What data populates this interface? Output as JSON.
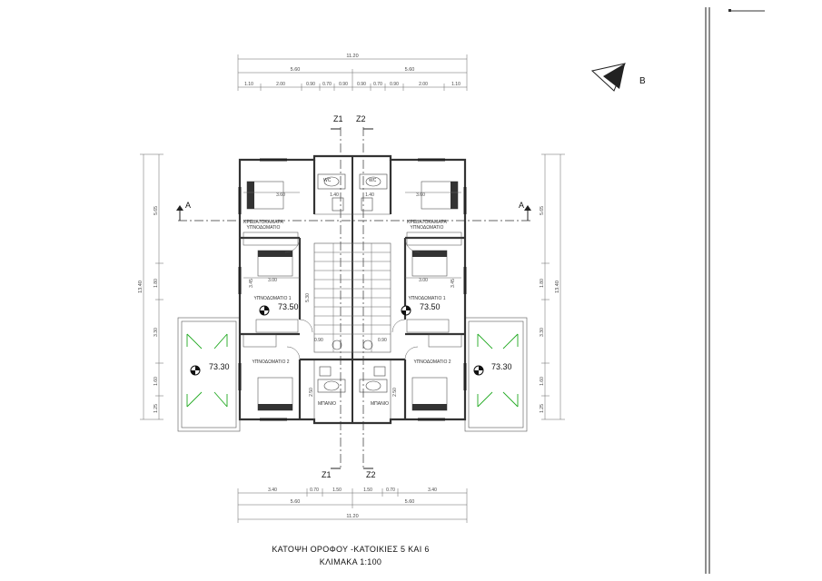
{
  "caption": {
    "title": "ΚΑΤΟΨΗ ΟΡΟΦΟΥ -ΚΑΤΟΙΚΙΕΣ 5 ΚΑΙ 6",
    "scale": "ΚΛΙΜΑΚΑ 1:100"
  },
  "north_label": "B",
  "section_markers": {
    "a_left": "A",
    "a_right": "A",
    "z1_top": "Z1",
    "z2_top": "Z2",
    "z1_bottom": "Z1",
    "z2_bottom": "Z2"
  },
  "top_dims": {
    "overall": "11.20",
    "halves": [
      "5.60",
      "5.60"
    ],
    "parts": [
      "1.10",
      "2.00",
      "0.90",
      "0.70",
      "0.90",
      "0.90",
      "0.70",
      "0.90",
      "2.00",
      "1.10"
    ]
  },
  "bottom_dims": {
    "overall": "11.20",
    "halves": [
      "5.60",
      "5.60"
    ],
    "parts": [
      "3.40",
      "0.70",
      "1.50",
      "1.50",
      "0.70",
      "3.40"
    ]
  },
  "left_dims": {
    "overall": "13.40",
    "parts": [
      "5.65",
      "1.80",
      "3.30",
      "1.60",
      "1.25"
    ]
  },
  "right_dims": {
    "overall": "13.40",
    "parts": [
      "5.65",
      "1.80",
      "3.30",
      "1.60",
      "1.25"
    ]
  },
  "rooms": {
    "bed_top_left": "ΚΡΕΒΑΤΟΚΑΜΑΡΑ",
    "bed_top_left_sub": "ΥΠΝΟΔΩΜΑΤΙΟ",
    "bed_top_right": "ΚΡΕΒΑΤΟΚΑΜΑΡΑ",
    "bed_top_right_sub": "ΥΠΝΟΔΩΜΑΤΙΟ",
    "bed1_left": "ΥΠΝΟΔΩΜΑΤΙΟ 1",
    "bed1_right": "ΥΠΝΟΔΩΜΑΤΙΟ 1",
    "bed2_left": "ΥΠΝΟΔΩΜΑΤΙΟ 2",
    "bed2_right": "ΥΠΝΟΔΩΜΑΤΙΟ 2",
    "wc_top_left": "WC",
    "wc_top_right": "WC",
    "bath_bottom_left": "ΜΠΑΝΙΟ",
    "bath_bottom_right": "ΜΠΑΝΙΟ"
  },
  "room_dims": {
    "tl_width": "3.60",
    "tr_width": "3.60",
    "tl_wc": "1.40",
    "tr_wc": "1.40",
    "b1_left_w": "3.00",
    "b1_right_w": "3.00",
    "b1_left_h": "3.45",
    "b1_right_h": "3.45",
    "stair_left": "5.30",
    "landing_left": "0.90",
    "landing_right": "0.90",
    "bath_left": "2.50",
    "bath_right": "2.50"
  },
  "levels": {
    "floor_left": "73.50",
    "floor_right": "73.50",
    "terrace_left": "73.30",
    "terrace_right": "73.30"
  }
}
